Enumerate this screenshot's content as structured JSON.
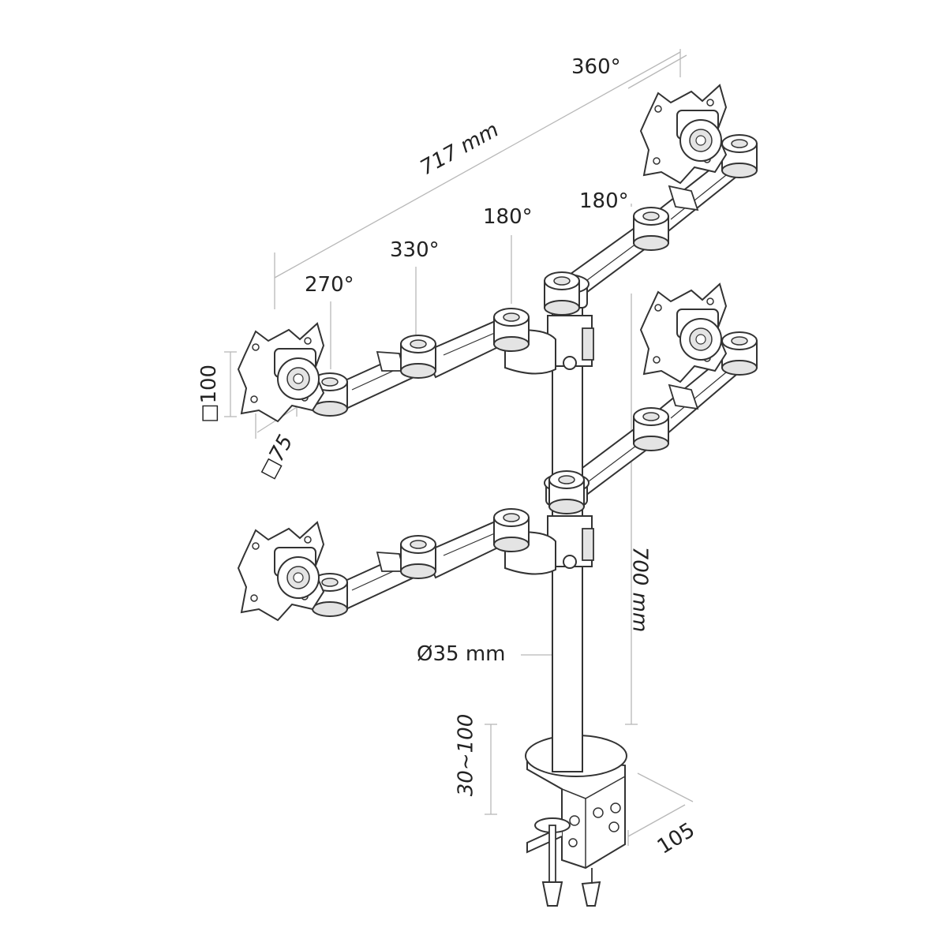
{
  "labels": {
    "angle_360": "360°",
    "width_717": "717 mm",
    "angle_180_right": "180°",
    "angle_180_mid": "180°",
    "angle_330": "330°",
    "angle_270": "270°",
    "vesa_100": "□100",
    "vesa_75": "□75",
    "height_700": "700 mm",
    "pole_diameter": "Ø35 mm",
    "clamp_range": "30~100",
    "clamp_depth": "105"
  },
  "colors": {
    "line": "#333333",
    "dim_line": "#b8b8b8",
    "fill": "#ffffff",
    "shade": "#e4e4e4",
    "text": "#222222"
  }
}
